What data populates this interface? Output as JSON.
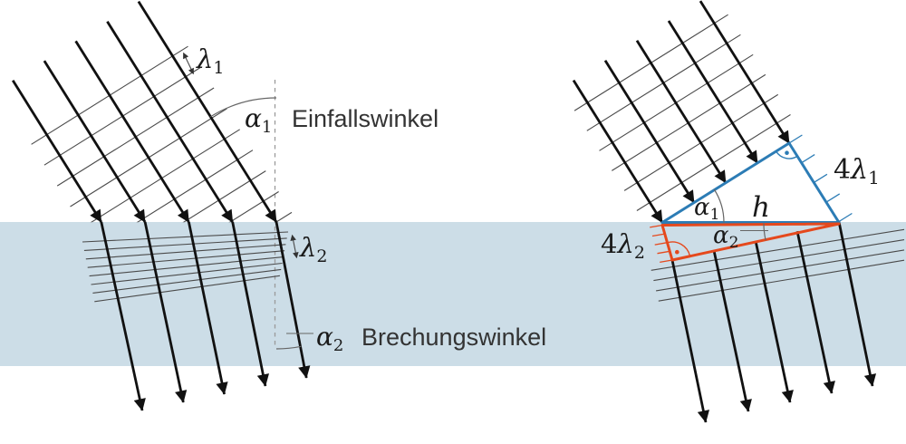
{
  "colors": {
    "background": "#ffffff",
    "medium_band": "#ccdde7",
    "ray": "#111111",
    "wavefront": "#4a4a4a",
    "normal_line": "#9a9a9a",
    "angle_arc": "#666666",
    "german_text": "#333333",
    "math_text": "#1a1a1a",
    "incident_construction": "#2c7cb5",
    "refracted_construction": "#e5491d"
  },
  "labels": {
    "left": {
      "lambda1": {
        "base": "λ",
        "sub": "1"
      },
      "alpha1": {
        "base": "α",
        "sub": "1"
      },
      "incidence": "Einfallswinkel",
      "lambda2": {
        "base": "λ",
        "sub": "2"
      },
      "alpha2": {
        "base": "α",
        "sub": "2"
      },
      "refraction": "Brechungswinkel"
    },
    "right": {
      "four_lambda1": {
        "prefix": "4",
        "base": "λ",
        "sub": "1"
      },
      "h": "h",
      "alpha1": {
        "base": "α",
        "sub": "1"
      },
      "alpha2": {
        "base": "α",
        "sub": "2"
      },
      "four_lambda2": {
        "prefix": "4",
        "base": "λ",
        "sub": "2"
      }
    }
  }
}
